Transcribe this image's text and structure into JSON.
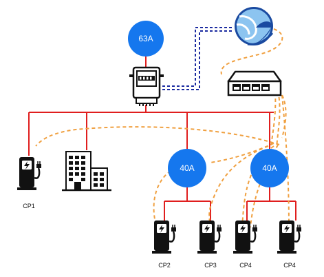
{
  "colors": {
    "power_line": "#e01e1e",
    "data_line": "#f0a040",
    "network_line": "#1a2aa0",
    "node_fill": "#1577ee",
    "icon_fill": "#111111",
    "logo_light": "#8cc4f0",
    "logo_dark": "#1a4aa0"
  },
  "nodes": {
    "main": {
      "label": "63A"
    },
    "sub_left": {
      "label": "40A"
    },
    "sub_right": {
      "label": "40A"
    }
  },
  "chargers": [
    {
      "label": "CP1"
    },
    {
      "label": "CP2"
    },
    {
      "label": "CP3"
    },
    {
      "label": "CP4"
    },
    {
      "label": "CP4"
    }
  ],
  "icons": {
    "meter": "electricity-meter-icon",
    "switch": "network-switch-icon",
    "cloud": "cloud-logo-icon",
    "building": "building-icon",
    "charger": "ev-charger-icon"
  }
}
